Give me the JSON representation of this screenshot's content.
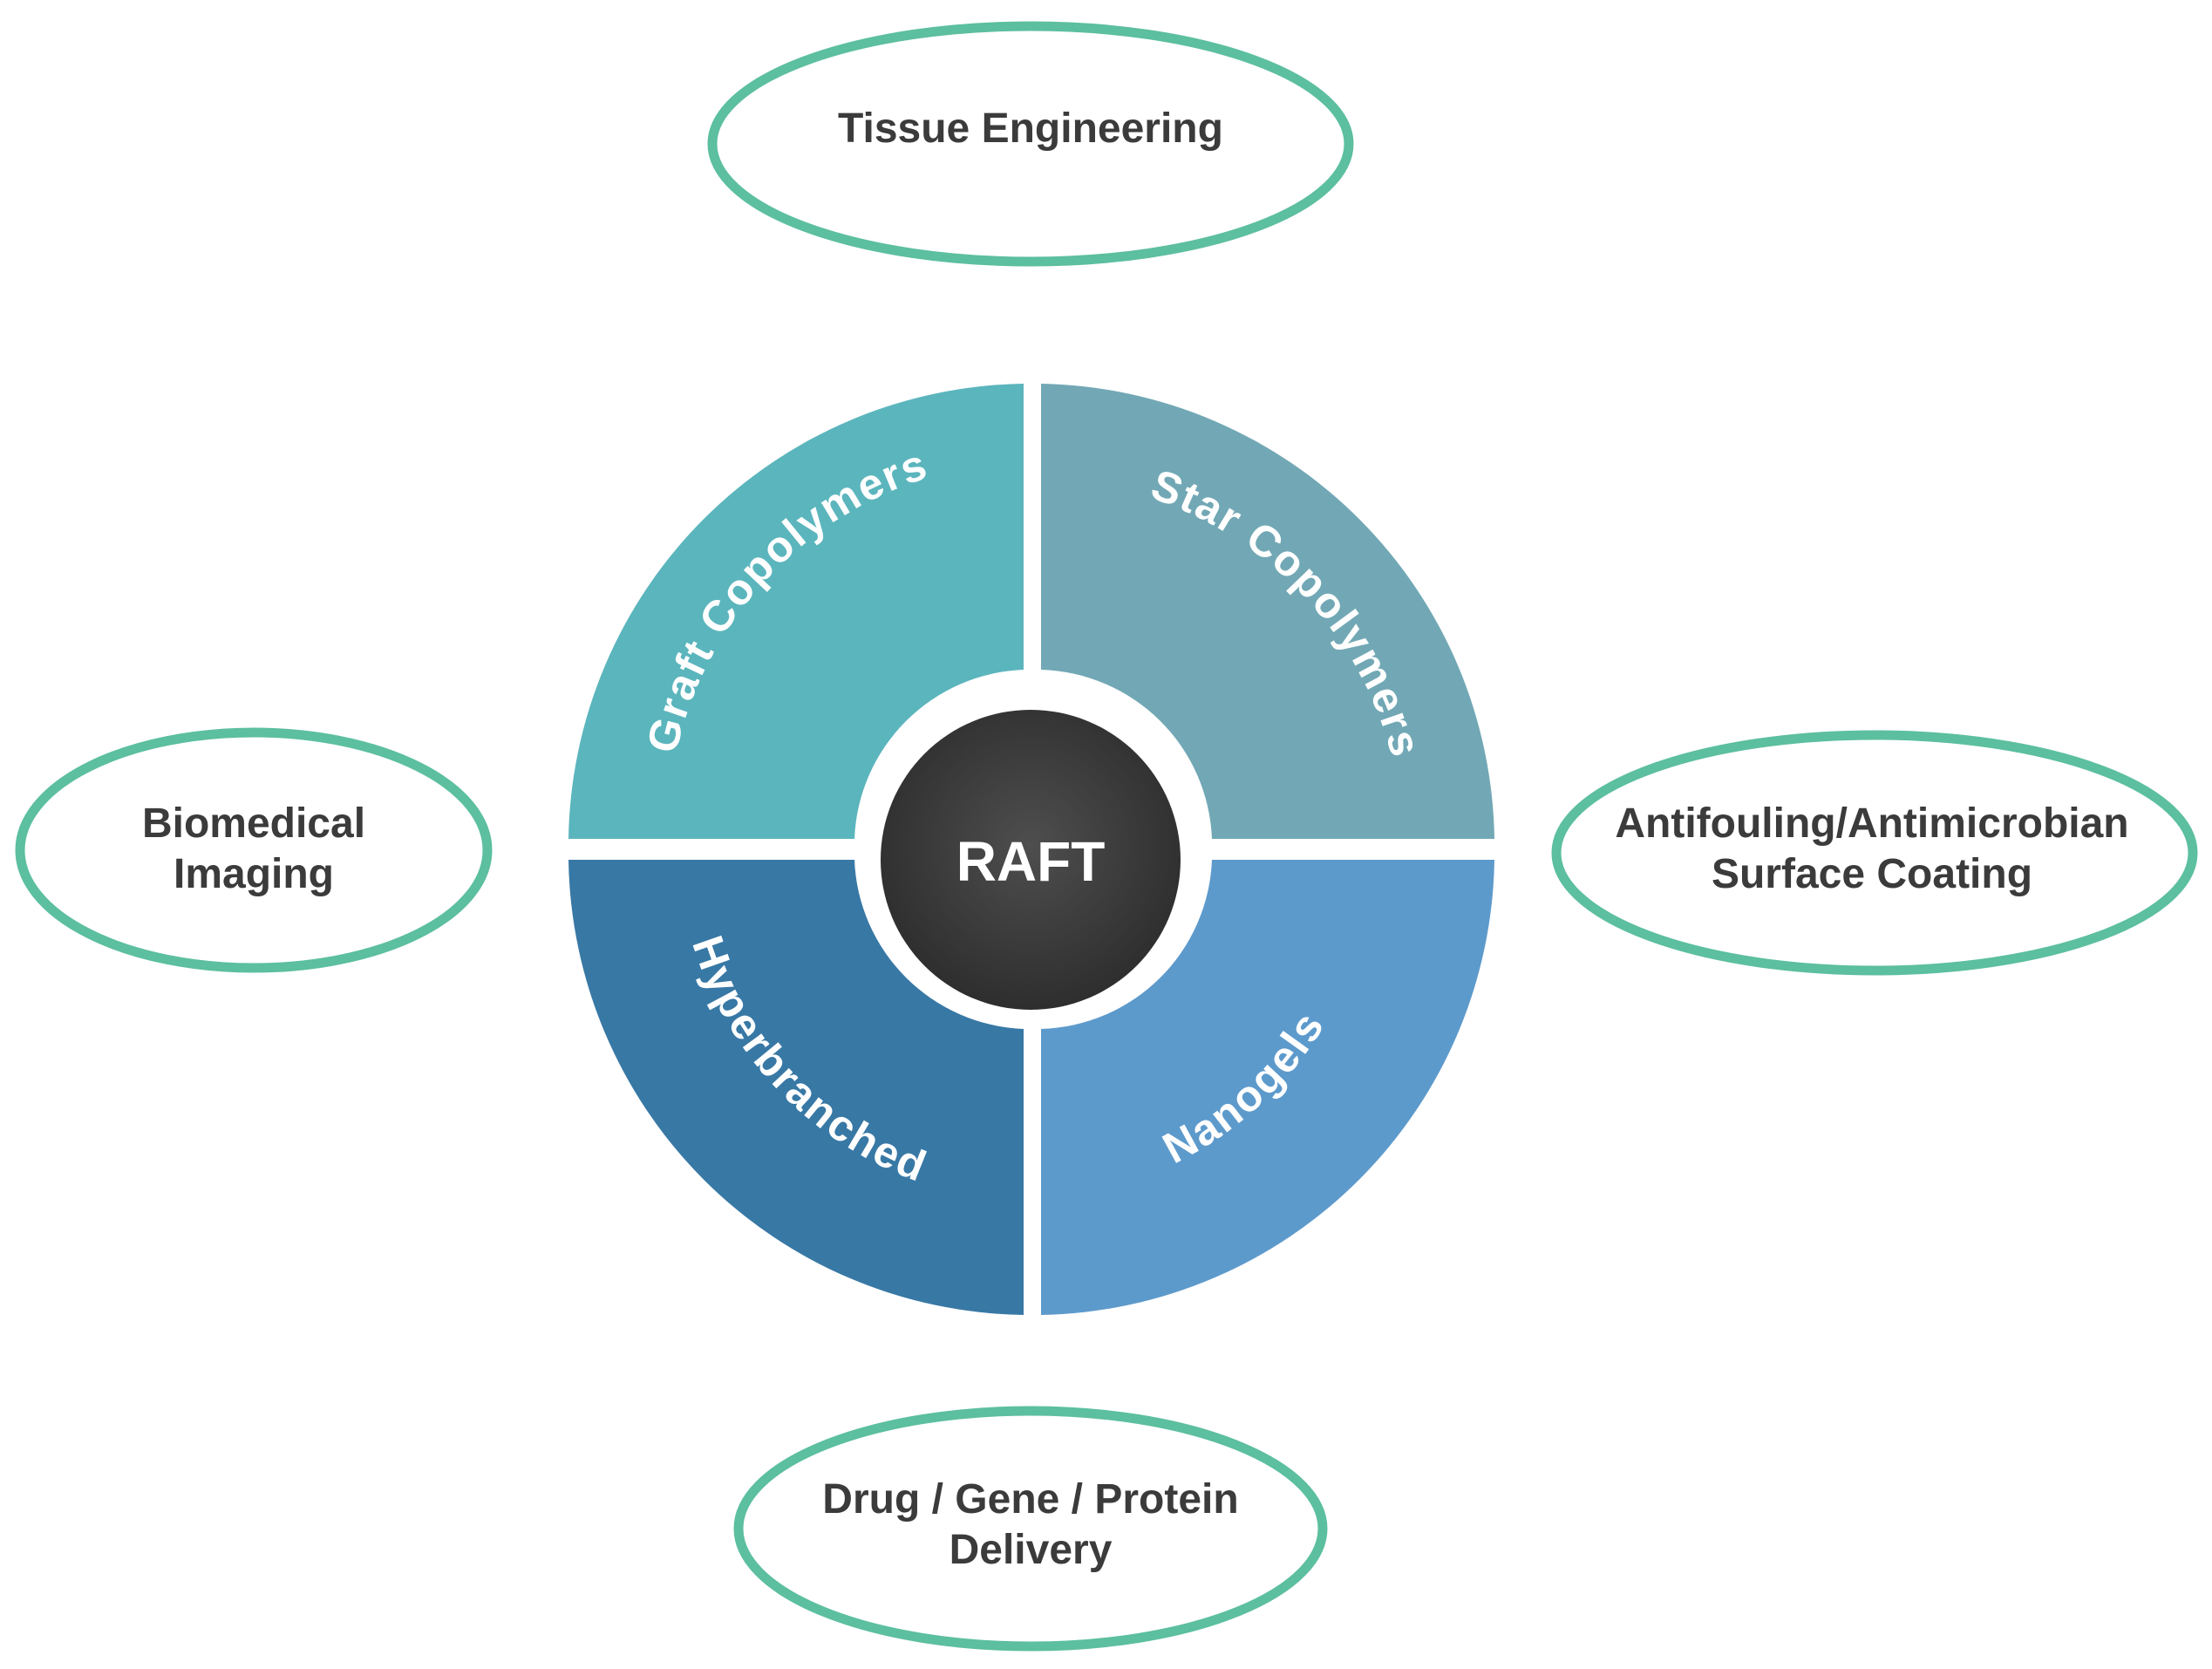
{
  "center": {
    "label": "RAFT",
    "color": "#3a3a3a"
  },
  "segments": [
    {
      "id": "graft",
      "label": "Graft Copolymers",
      "color": "#5bb5bd"
    },
    {
      "id": "star",
      "label": "Star Copolymers",
      "color": "#72a8b5"
    },
    {
      "id": "hyper",
      "label": "Hyperbranched",
      "color": "#3878a5"
    },
    {
      "id": "nano",
      "label": "Nanogels",
      "color": "#5d9acc"
    }
  ],
  "applications": {
    "top": {
      "lines": [
        "Tissue Engineering"
      ]
    },
    "left": {
      "lines": [
        "Biomedical",
        "Imaging"
      ]
    },
    "right": {
      "lines": [
        "Antifouling/Antimicrobian",
        "Surface Coating"
      ]
    },
    "bottom": {
      "lines": [
        "Drug / Gene / Protein",
        "Delivery"
      ]
    }
  },
  "colors": {
    "ellipse_stroke": "#5cbf9f",
    "text_dark": "#3b3b3b"
  }
}
